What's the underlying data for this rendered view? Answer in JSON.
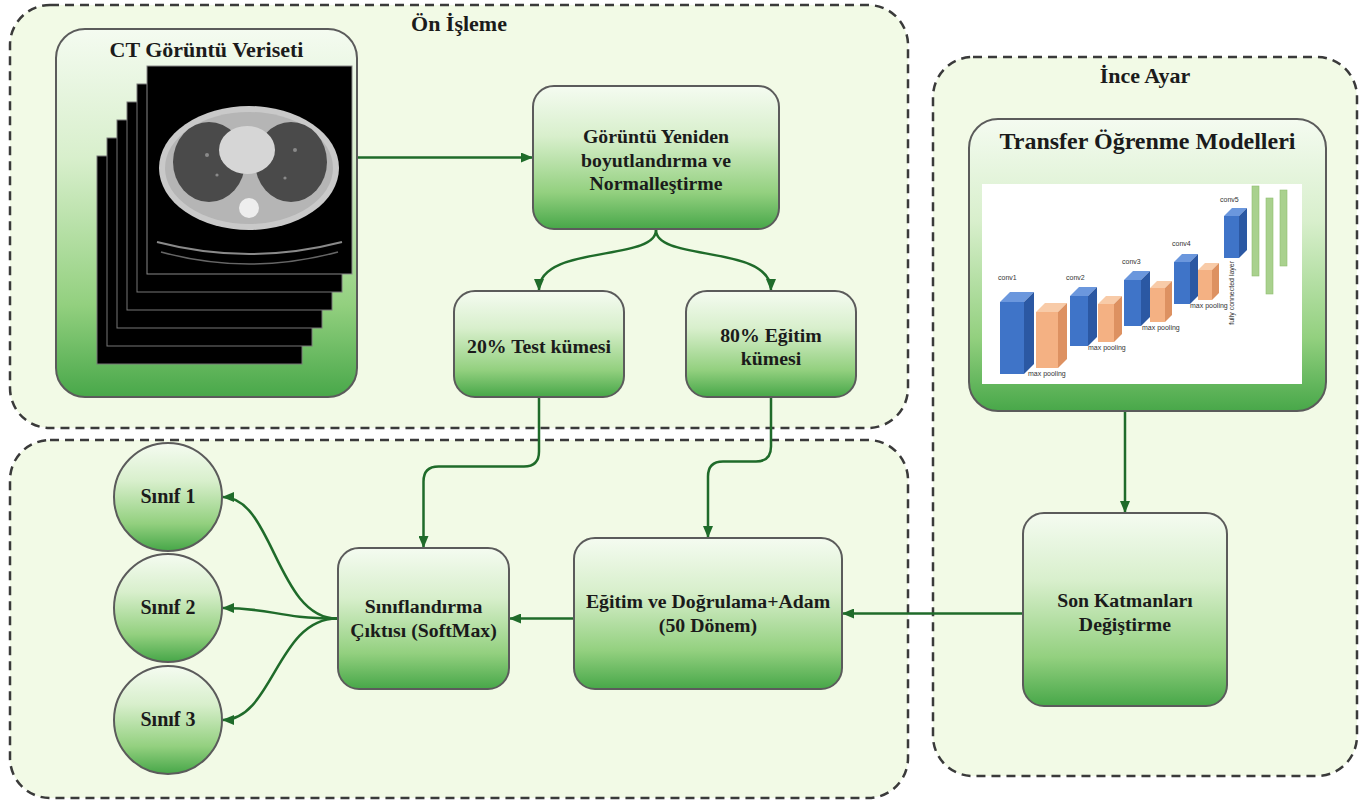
{
  "diagram": {
    "nodes": [
      {
        "text": [
          "Ön İşleme"
        ]
      },
      {
        "text": [
          "CT Görüntü Veriseti"
        ],
        "in": 0
      },
      {
        "text": [
          "Görüntü Yeniden boyutlandırma ve Normalleştirme"
        ],
        "in": 0
      },
      {
        "text": [
          "20% Test kümesi"
        ],
        "in": 0
      },
      {
        "text": [
          "80% Eğitim kümesi"
        ],
        "in": 0
      },
      {
        "text": [
          "İnce Ayar"
        ]
      },
      {
        "text": [
          "Transfer Öğrenme Modelleri"
        ],
        "in": 5
      },
      {
        "text": [
          "Son Katmanları Değiştirme"
        ],
        "in": 5
      },
      {
        "text": [
          "Sınıflandırma Çıktısı (SoftMax)"
        ]
      },
      {
        "text": [
          "Eğitim ve Doğrulama+Adam (50 Dönem)"
        ]
      },
      {
        "text": [
          "Sınıf 1"
        ]
      },
      {
        "text": [
          "Sınıf 2"
        ]
      },
      {
        "text": [
          "Sınıf 3"
        ]
      }
    ],
    "edges": [
      {
        "from": 1,
        "to": 2,
        "arrow": "to"
      },
      {
        "from": 2,
        "to": 3,
        "arrow": "to"
      },
      {
        "from": 2,
        "to": 4,
        "arrow": "to"
      },
      {
        "from": 3,
        "to": 8,
        "arrow": "to"
      },
      {
        "from": 4,
        "to": 9,
        "arrow": "to"
      },
      {
        "from": 6,
        "to": 7,
        "arrow": "to"
      },
      {
        "from": 7,
        "to": 9,
        "arrow": "to"
      },
      {
        "from": 9,
        "to": 8,
        "arrow": "to"
      },
      {
        "from": 8,
        "to": 10,
        "arrow": "to"
      },
      {
        "from": 8,
        "to": 11,
        "arrow": "to"
      },
      {
        "from": 8,
        "to": 12,
        "arrow": "to"
      }
    ],
    "labels": [
      "conv1",
      "max pooling",
      "conv2",
      "max pooling",
      "conv3",
      "max pooling",
      "conv4",
      "max pooling",
      "conv5",
      "fully connected layer"
    ]
  }
}
